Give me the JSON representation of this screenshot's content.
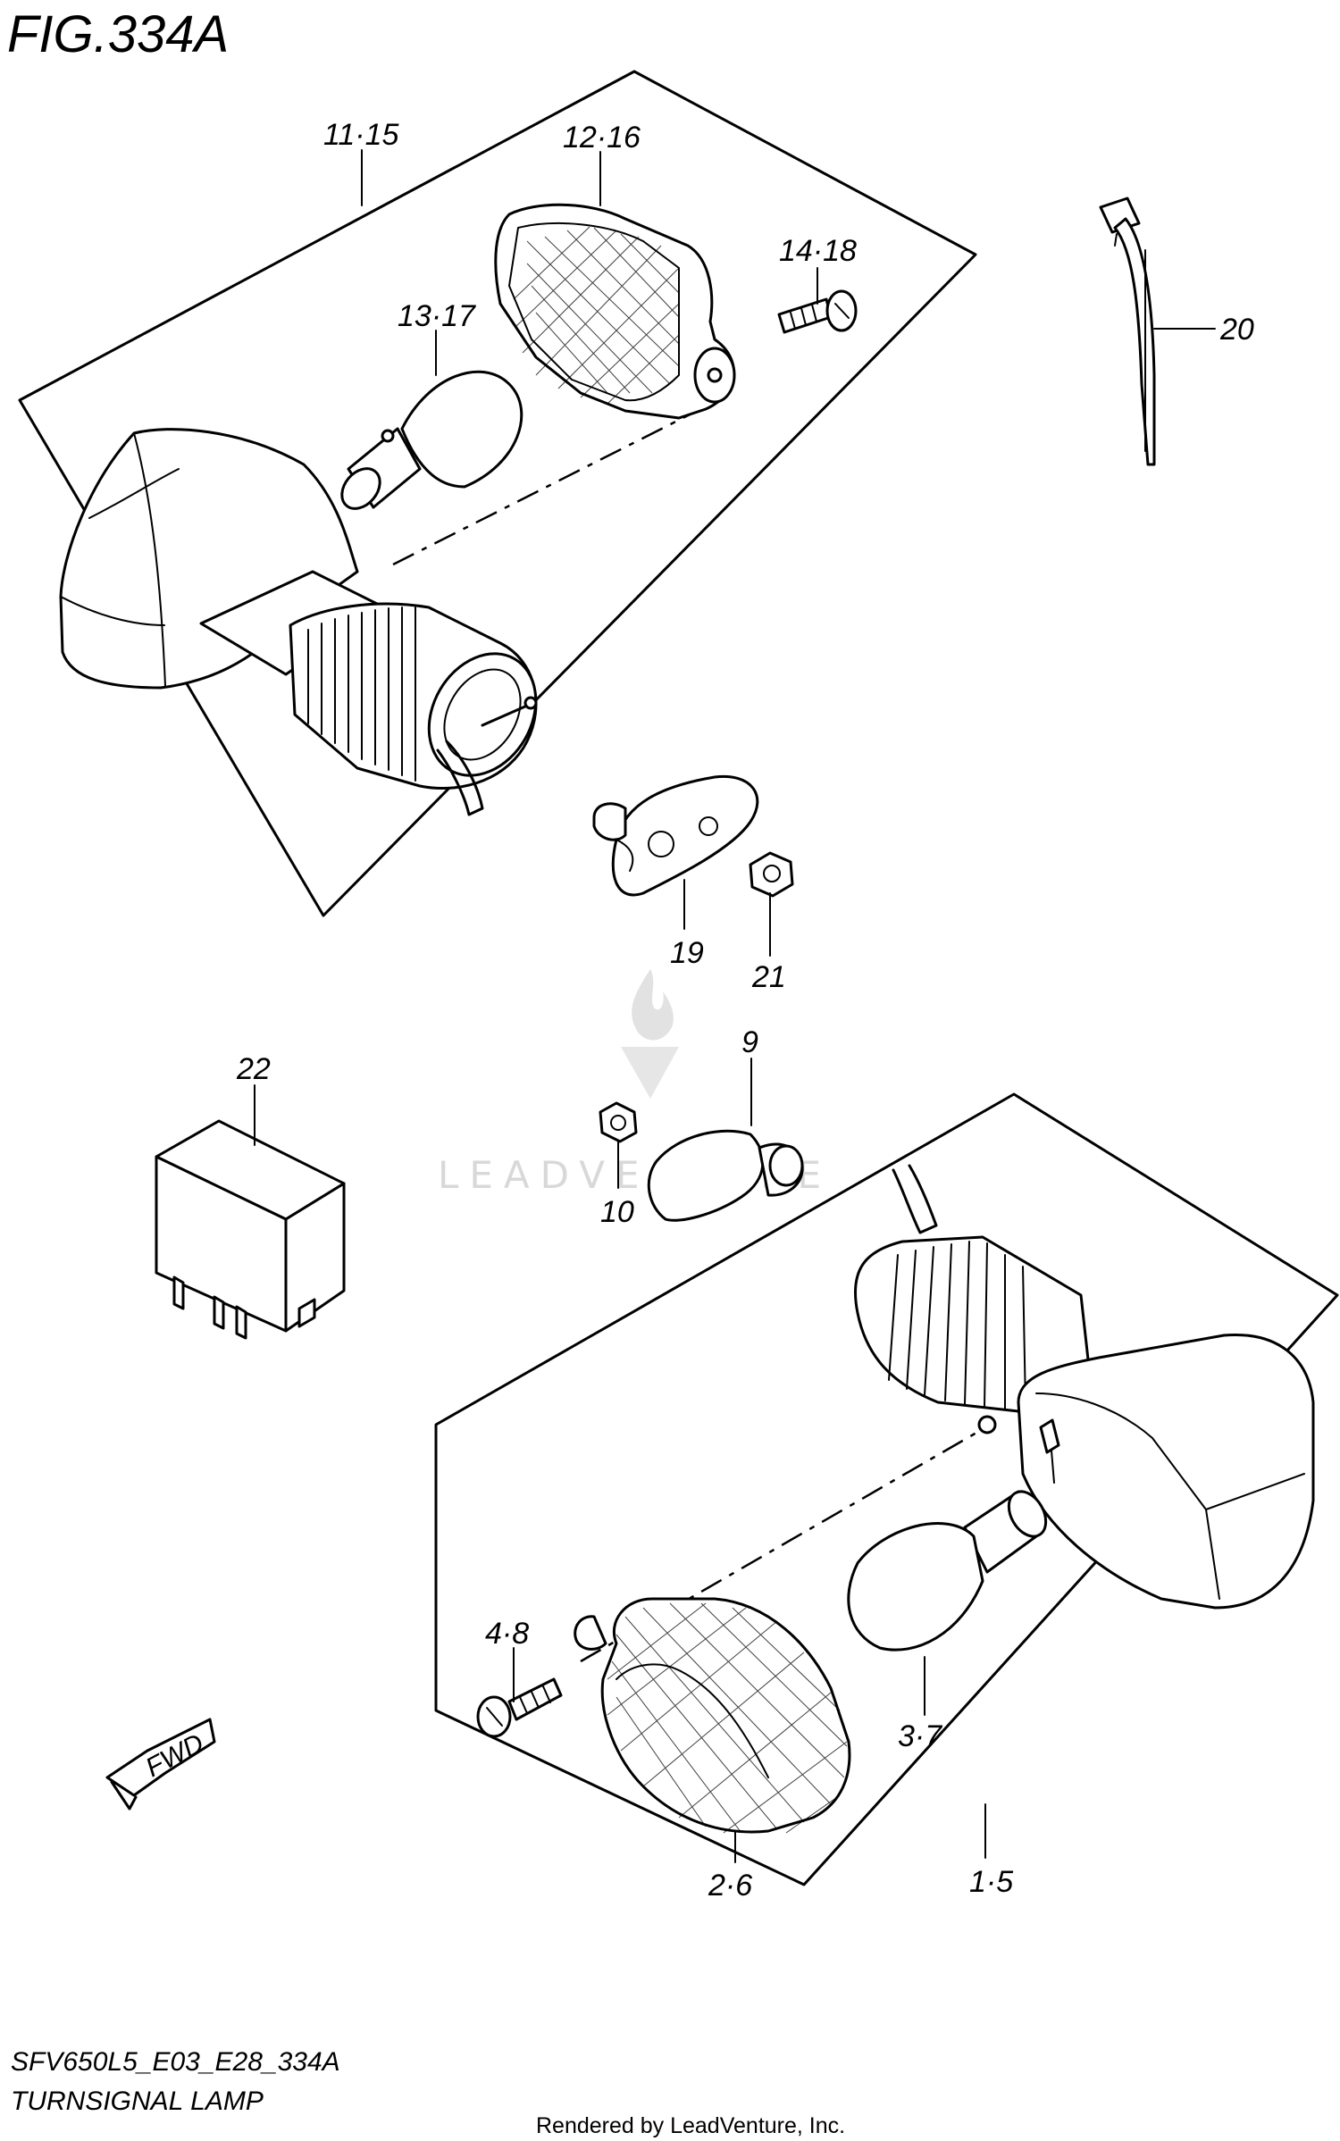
{
  "figure_title": "FIG.334A",
  "labels": {
    "p11_15": "11·15",
    "p12_16": "12·16",
    "p14_18": "14·18",
    "p13_17": "13·17",
    "p20": "20",
    "p19": "19",
    "p21": "21",
    "p22": "22",
    "p9": "9",
    "p10": "10",
    "p4_8": "4·8",
    "p3_7": "3·7",
    "p2_6": "2·6",
    "p1_5": "1·5"
  },
  "fwd_badge": "FWD",
  "watermark": "LEADVENTURE",
  "footer": {
    "model_code": "SFV650L5_E03_E28_334A",
    "section_name": "TURNSIGNAL LAMP",
    "rendered_by": "Rendered by LeadVenture, Inc."
  }
}
